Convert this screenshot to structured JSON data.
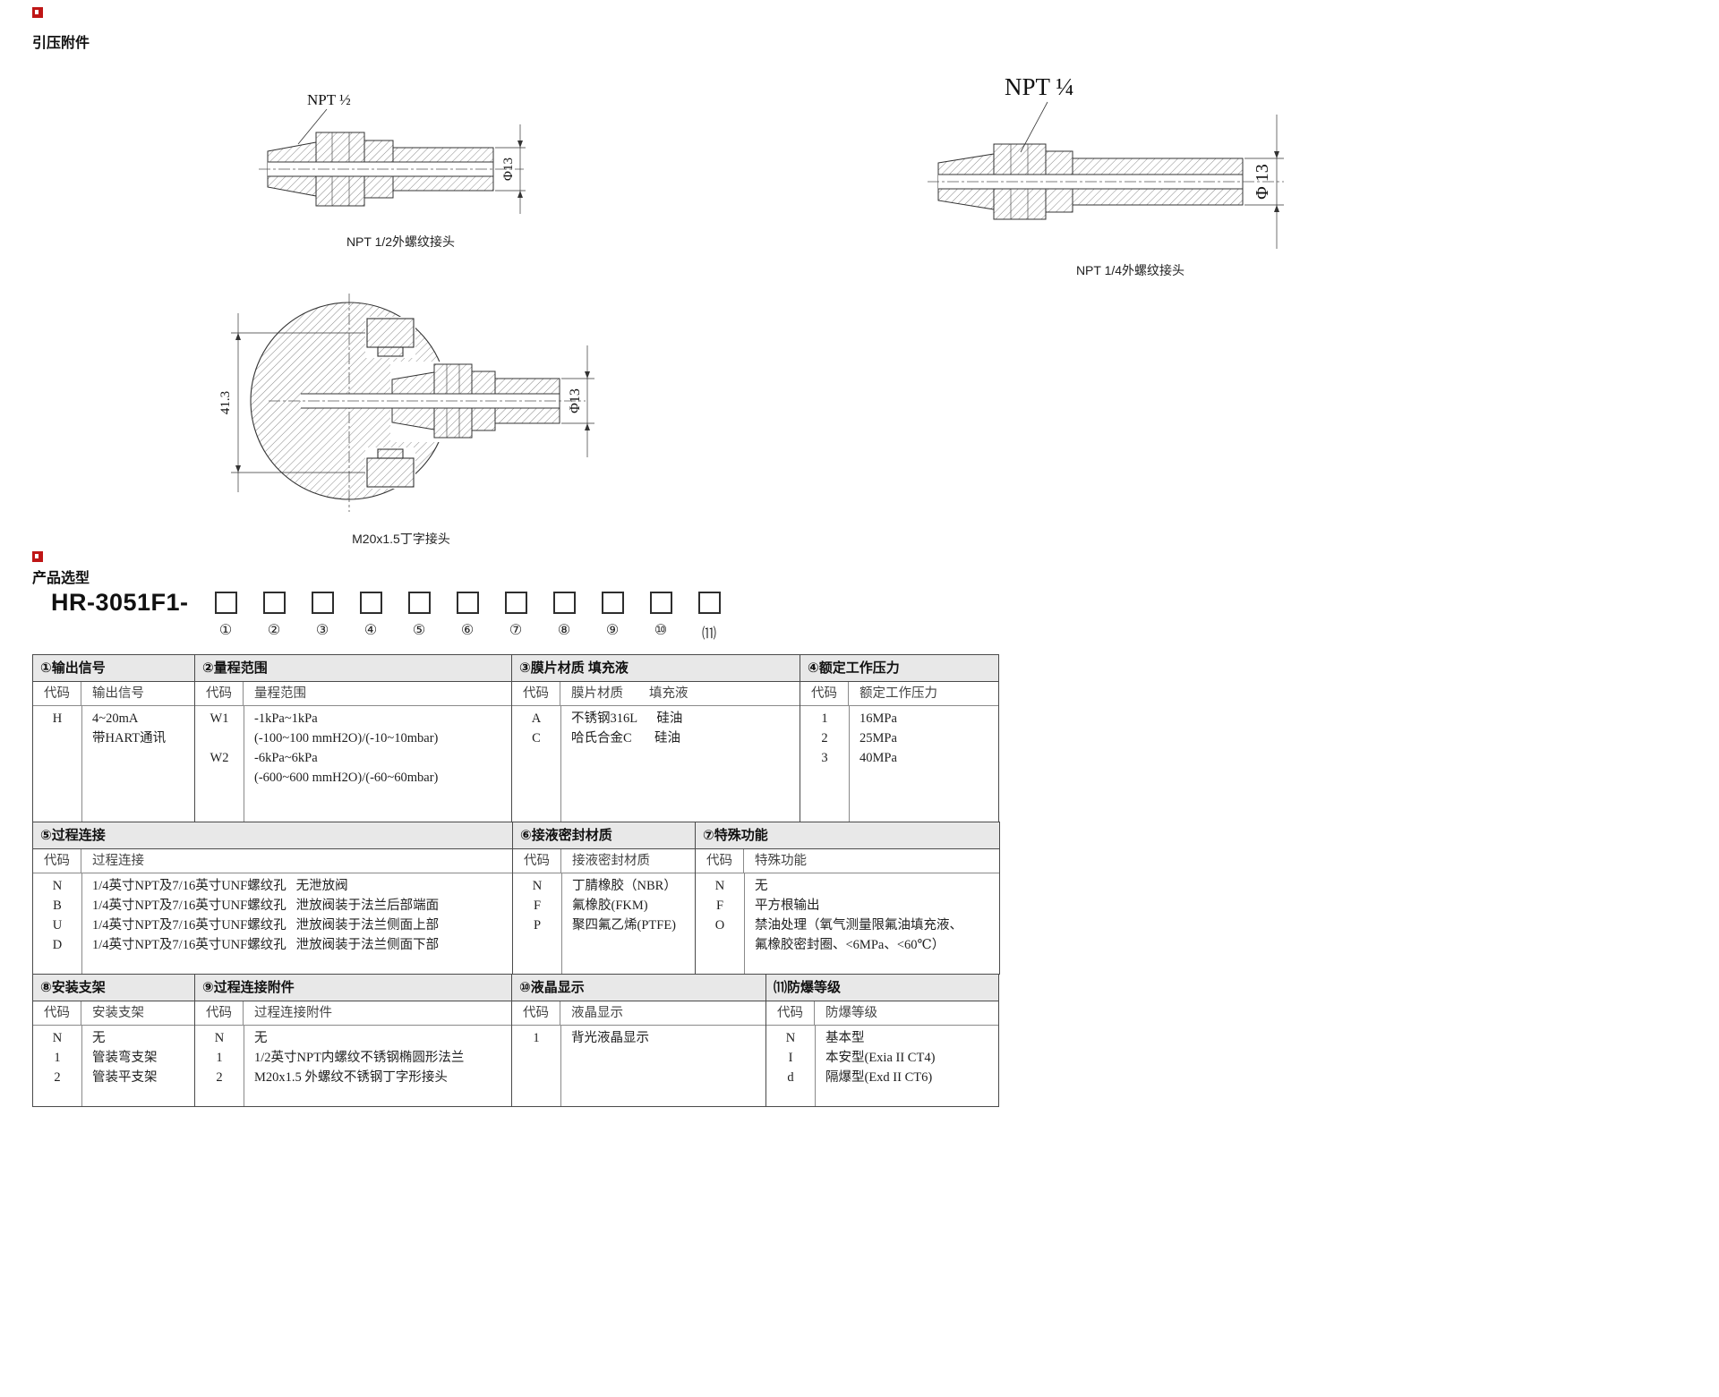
{
  "page": {
    "fittings_section_title": "引压附件",
    "selection_section_title": "产品选型"
  },
  "drawings": {
    "npt_half": {
      "thread_label": "NPT ½",
      "dim_phi": "Φ13",
      "caption": "NPT 1/2外螺纹接头"
    },
    "npt_quarter": {
      "thread_label": "NPT ¼",
      "dim_phi": "Φ 13",
      "caption": "NPT 1/4外螺纹接头"
    },
    "m20_tee": {
      "dim_height": "41.3",
      "dim_phi": "Φ13",
      "caption": "M20x1.5丁字接头"
    }
  },
  "selector": {
    "model_prefix": "HR-3051F1-",
    "positions": [
      {
        "num": "①"
      },
      {
        "num": "②"
      },
      {
        "num": "③"
      },
      {
        "num": "④"
      },
      {
        "num": "⑤"
      },
      {
        "num": "⑥"
      },
      {
        "num": "⑦"
      },
      {
        "num": "⑧"
      },
      {
        "num": "⑨"
      },
      {
        "num": "⑩"
      },
      {
        "num": "⑾"
      }
    ]
  },
  "table": {
    "sections": {
      "output_signal": {
        "title": "①输出信号",
        "code_header": "代码",
        "value_header": "输出信号",
        "rows": [
          {
            "code": "H",
            "lines": [
              "4~20mA",
              "带HART通讯"
            ]
          }
        ]
      },
      "range": {
        "title": "②量程范围",
        "code_header": "代码",
        "value_header": "量程范围",
        "rows": [
          {
            "code": "W1",
            "lines": [
              "-1kPa~1kPa",
              "(-100~100 mmH2O)/(-10~10mbar)"
            ]
          },
          {
            "code": "W2",
            "lines": [
              "-6kPa~6kPa",
              "(-600~600 mmH2O)/(-60~60mbar)"
            ]
          }
        ]
      },
      "diaphragm": {
        "title": "③膜片材质  填充液",
        "code_header": "代码",
        "value_header": "膜片材质        填充液",
        "rows": [
          {
            "code": "A",
            "lines": [
              "不锈钢316L      硅油"
            ]
          },
          {
            "code": "C",
            "lines": [
              "哈氏合金C       硅油"
            ]
          }
        ]
      },
      "pressure": {
        "title": "④额定工作压力",
        "code_header": "代码",
        "value_header": "额定工作压力",
        "rows": [
          {
            "code": "1",
            "lines": [
              "16MPa"
            ]
          },
          {
            "code": "2",
            "lines": [
              "25MPa"
            ]
          },
          {
            "code": "3",
            "lines": [
              "40MPa"
            ]
          }
        ]
      },
      "process_connection": {
        "title": "⑤过程连接",
        "code_header": "代码",
        "value_header": "过程连接",
        "rows": [
          {
            "code": "N",
            "lines": [
              "1/4英寸NPT及7/16英寸UNF螺纹孔   无泄放阀"
            ]
          },
          {
            "code": "B",
            "lines": [
              "1/4英寸NPT及7/16英寸UNF螺纹孔   泄放阀装于法兰后部端面"
            ]
          },
          {
            "code": "U",
            "lines": [
              "1/4英寸NPT及7/16英寸UNF螺纹孔   泄放阀装于法兰侧面上部"
            ]
          },
          {
            "code": "D",
            "lines": [
              "1/4英寸NPT及7/16英寸UNF螺纹孔   泄放阀装于法兰侧面下部"
            ]
          }
        ]
      },
      "seal_material": {
        "title": "⑥接液密封材质",
        "code_header": "代码",
        "value_header": "接液密封材质",
        "rows": [
          {
            "code": "N",
            "lines": [
              "丁腈橡胶（NBR）"
            ]
          },
          {
            "code": "F",
            "lines": [
              "氟橡胶(FKM)"
            ]
          },
          {
            "code": "P",
            "lines": [
              "聚四氟乙烯(PTFE)"
            ]
          }
        ]
      },
      "special": {
        "title": "⑦特殊功能",
        "code_header": "代码",
        "value_header": "特殊功能",
        "rows": [
          {
            "code": "N",
            "lines": [
              "无"
            ]
          },
          {
            "code": "F",
            "lines": [
              "平方根输出"
            ]
          },
          {
            "code": "O",
            "lines": [
              "禁油处理（氧气测量限氟油填充液、",
              "氟橡胶密封圈、<6MPa、<60℃）"
            ]
          }
        ]
      },
      "bracket": {
        "title": "⑧安装支架",
        "code_header": "代码",
        "value_header": "安装支架",
        "rows": [
          {
            "code": "N",
            "lines": [
              "无"
            ]
          },
          {
            "code": "1",
            "lines": [
              "管装弯支架"
            ]
          },
          {
            "code": "2",
            "lines": [
              "管装平支架"
            ]
          }
        ]
      },
      "conn_accessories": {
        "title": "⑨过程连接附件",
        "code_header": "代码",
        "value_header": "过程连接附件",
        "rows": [
          {
            "code": "N",
            "lines": [
              "无"
            ]
          },
          {
            "code": "1",
            "lines": [
              "1/2英寸NPT内螺纹不锈钢椭圆形法兰"
            ]
          },
          {
            "code": "2",
            "lines": [
              "M20x1.5 外螺纹不锈钢丁字形接头"
            ]
          }
        ]
      },
      "lcd": {
        "title": "⑩液晶显示",
        "code_header": "代码",
        "value_header": "液晶显示",
        "rows": [
          {
            "code": "1",
            "lines": [
              "背光液晶显示"
            ]
          }
        ]
      },
      "explosion": {
        "title": "⑾防爆等级",
        "code_header": "代码",
        "value_header": "防爆等级",
        "rows": [
          {
            "code": "N",
            "lines": [
              "基本型"
            ]
          },
          {
            "code": "I",
            "lines": [
              "本安型(Exia II CT4)"
            ]
          },
          {
            "code": "d",
            "lines": [
              "隔爆型(Exd II CT6)"
            ]
          }
        ]
      }
    }
  }
}
